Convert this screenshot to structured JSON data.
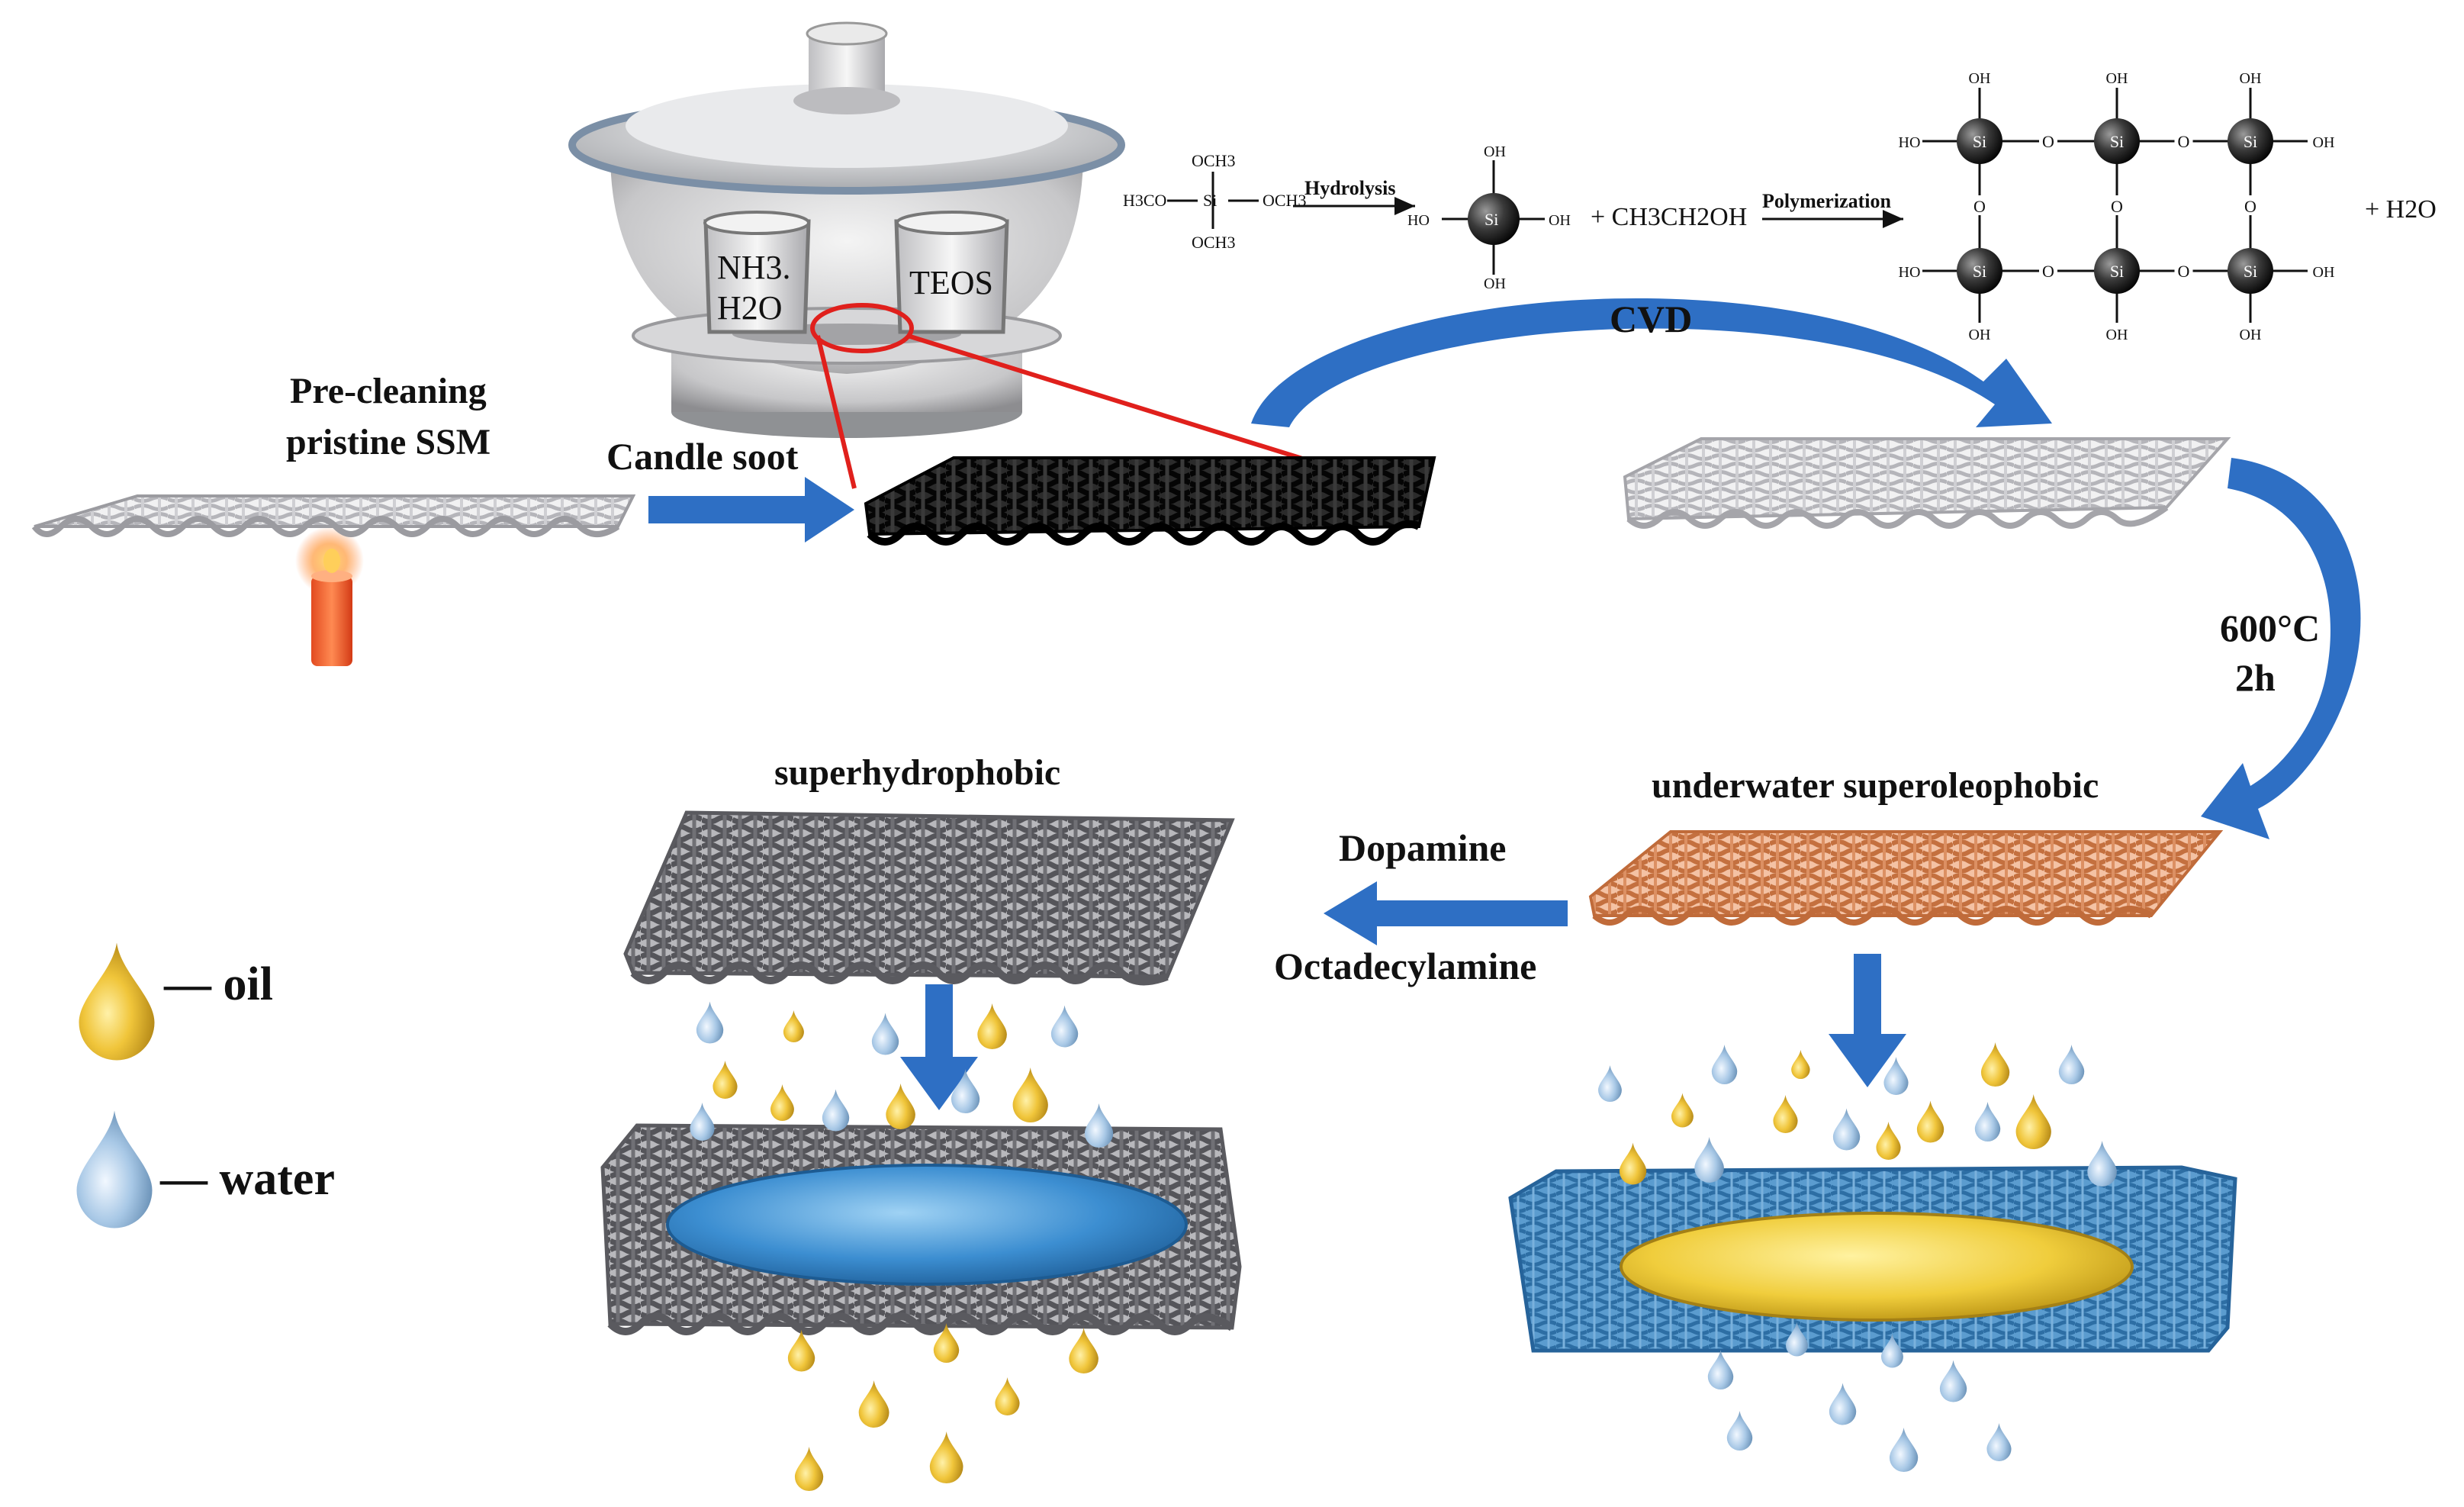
{
  "labels": {
    "pre_cleaning": "Pre-cleaning",
    "pristine_ssm": "pristine SSM",
    "candle_soot": "Candle soot",
    "cvd": "CVD",
    "temp": "600°C",
    "time": "2h",
    "underwater": "underwater superoleophobic",
    "superhydrophobic": "superhydrophobic",
    "dopamine": "Dopamine",
    "octadecylamine": "Octadecylamine",
    "legend_oil": "— oil",
    "legend_water": "— water"
  },
  "beakers": {
    "left_line1": "NH3.",
    "left_line2": "H2O",
    "right": "TEOS"
  },
  "chemistry": {
    "teos_top": "OCH3",
    "teos_left": "H3CO",
    "teos_center": "Si",
    "teos_right": "OCH3",
    "teos_bottom": "OCH3",
    "hydrolysis": "Hydrolysis",
    "oh": "OH",
    "ho": "HO",
    "si": "Si",
    "o": "O",
    "plus_ethanol": "+ CH3CH2OH",
    "polymerization": "Polymerization",
    "plus_water": "+ H2O"
  },
  "colors": {
    "arrow_blue": "#2e6fc4",
    "red_callout": "#e0201c",
    "oil": "#e8b824",
    "water": "#8fb8dc",
    "copper_mesh": "#d98a5c",
    "blue_mesh": "#3f86c2",
    "gray_mesh": "#7d7d82",
    "soot_mesh": "#141414"
  }
}
